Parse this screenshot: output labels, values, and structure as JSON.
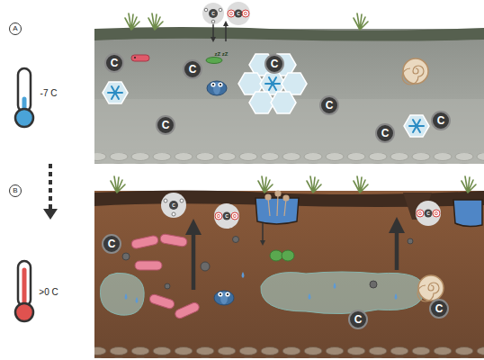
{
  "diagram": {
    "nodes": [
      {
        "text": [
          "A"
        ]
      },
      {
        "text": [
          "C"
        ]
      },
      {
        "text": [
          "C"
        ]
      },
      {
        "text": [
          "C"
        ]
      },
      {
        "text": [
          "C"
        ]
      },
      {
        "text": [
          "C"
        ]
      },
      {
        "text": [
          "C"
        ]
      },
      {
        "text": [
          "C"
        ]
      },
      {
        "text": [
          "B"
        ]
      },
      {
        "text": [
          "C"
        ]
      },
      {
        "text": [
          "C"
        ]
      },
      {
        "text": [
          "C"
        ]
      }
    ],
    "labels": [
      "-7 C",
      ">0 C",
      "zZ zZ",
      "C",
      "O",
      "C",
      "O",
      "C",
      "O",
      "C",
      "O",
      "O",
      "C",
      "O"
    ]
  }
}
